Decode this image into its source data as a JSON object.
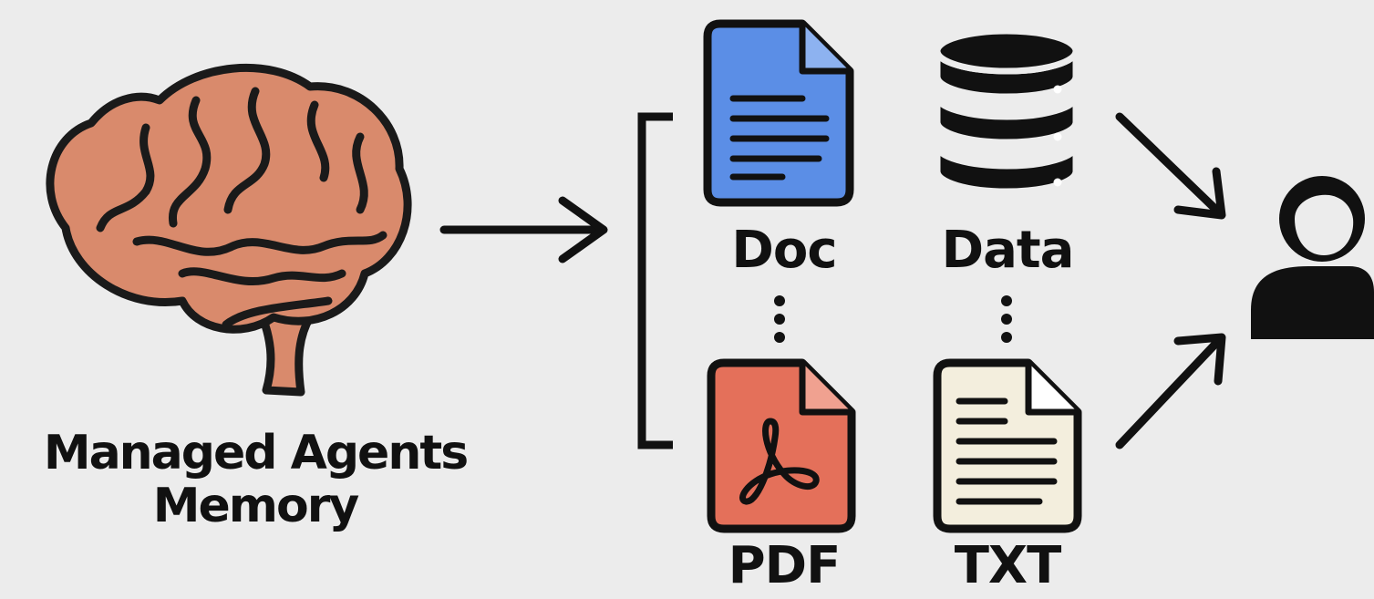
{
  "caption": {
    "line1": "Managed Agents",
    "line2": "Memory"
  },
  "files": {
    "doc": "Doc",
    "data": "Data",
    "pdf": "PDF",
    "txt": "TXT"
  },
  "icons": {
    "brain": "brain-icon",
    "doc": "doc-file-icon",
    "data": "database-icon",
    "pdf": "pdf-file-icon",
    "txt": "txt-file-icon",
    "user": "user-icon"
  },
  "colors": {
    "background": "#ececec",
    "brain": "#d98a6c",
    "doc": "#5b8ee6",
    "pdf": "#e4705a",
    "txt": "#f3eedd",
    "ink": "#111111"
  }
}
